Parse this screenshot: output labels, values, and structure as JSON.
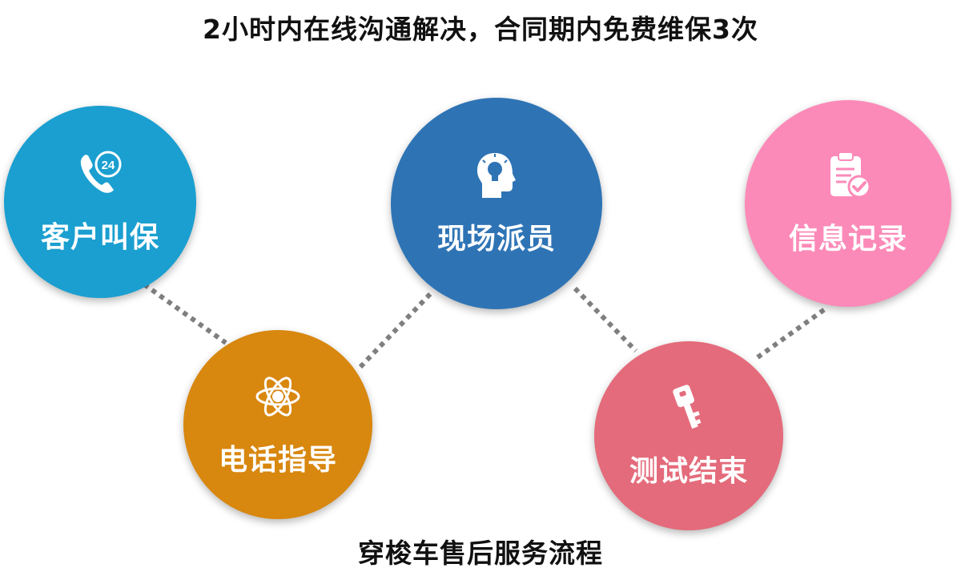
{
  "header": {
    "title": "2小时内在线沟通解决，合同期内免费维保3次"
  },
  "footer": {
    "caption": "穿梭车售后服务流程"
  },
  "steps": [
    {
      "label": "客户叫保",
      "icon": "phone-24-icon",
      "color": "#1a9fd0"
    },
    {
      "label": "电话指导",
      "icon": "atom-icon",
      "color": "#d8870f"
    },
    {
      "label": "现场派员",
      "icon": "head-lightbulb-icon",
      "color": "#2e74b5"
    },
    {
      "label": "测试结束",
      "icon": "key-icon",
      "color": "#e46b7b"
    },
    {
      "label": "信息记录",
      "icon": "clipboard-check-icon",
      "color": "#fc8ab8"
    }
  ],
  "connector_color": "#7f7f7f"
}
